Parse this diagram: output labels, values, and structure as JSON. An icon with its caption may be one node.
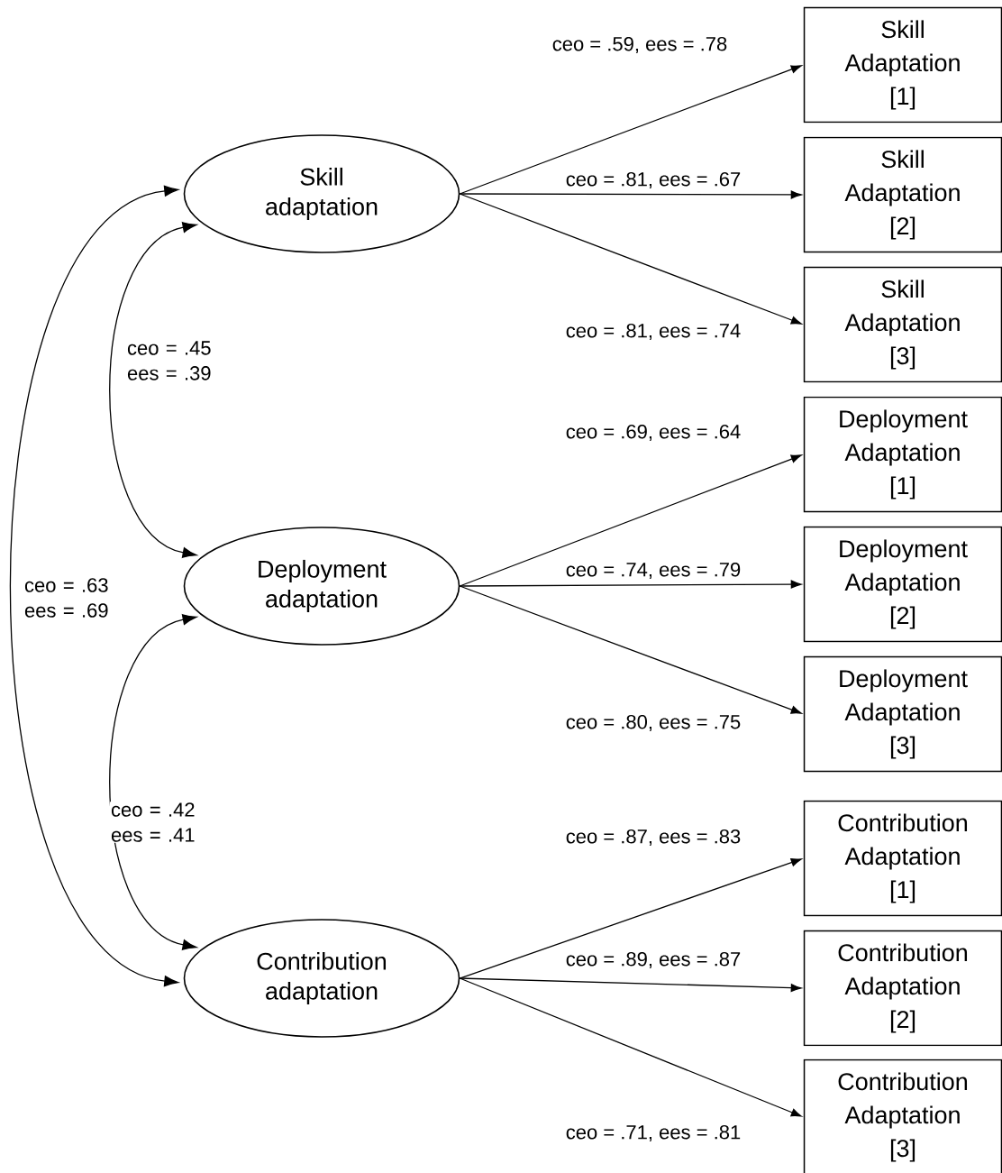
{
  "diagram": {
    "nodes": [
      {
        "text": [
          "Skill adaptation"
        ]
      },
      {
        "text": [
          "Deployment adaptation"
        ]
      },
      {
        "text": [
          "Contribution adaptation"
        ]
      },
      {
        "text": [
          "Skill Adaptation [1]"
        ]
      },
      {
        "text": [
          "Skill Adaptation [2]"
        ]
      },
      {
        "text": [
          "Skill Adaptation [3]"
        ]
      },
      {
        "text": [
          "Deployment Adaptation [1]"
        ]
      },
      {
        "text": [
          "Deployment Adaptation [2]"
        ]
      },
      {
        "text": [
          "Deployment Adaptation [3]"
        ]
      },
      {
        "text": [
          "Contribution Adaptation [1]"
        ]
      },
      {
        "text": [
          "Contribution Adaptation [2]"
        ]
      },
      {
        "text": [
          "Contribution Adaptation [3]"
        ]
      }
    ],
    "edges": [
      {
        "from": 0,
        "to": 3,
        "arrow": "to",
        "label": "ceo = .59, ees = .78"
      },
      {
        "from": 0,
        "to": 4,
        "arrow": "to",
        "label": "ceo = .81, ees = .67"
      },
      {
        "from": 0,
        "to": 5,
        "arrow": "to",
        "label": "ceo = .81, ees = .74"
      },
      {
        "from": 1,
        "to": 6,
        "arrow": "to",
        "label": "ceo = .69, ees = .64"
      },
      {
        "from": 1,
        "to": 7,
        "arrow": "to",
        "label": "ceo = .74, ees = .79"
      },
      {
        "from": 1,
        "to": 8,
        "arrow": "to",
        "label": "ceo = .80, ees = .75"
      },
      {
        "from": 2,
        "to": 9,
        "arrow": "to",
        "label": "ceo = .87, ees = .83"
      },
      {
        "from": 2,
        "to": 10,
        "arrow": "to",
        "label": "ceo = .89, ees = .87"
      },
      {
        "from": 2,
        "to": 11,
        "arrow": "to",
        "label": "ceo = .71, ees = .81"
      },
      {
        "from": 0,
        "to": 1,
        "arrow": "both",
        "label": "ceo = .45 ees = .39"
      },
      {
        "from": 1,
        "to": 2,
        "arrow": "both",
        "label": "ceo = .42 ees = .41"
      },
      {
        "from": 0,
        "to": 2,
        "arrow": "both",
        "label": "ceo = .63 ees = .69"
      }
    ]
  }
}
